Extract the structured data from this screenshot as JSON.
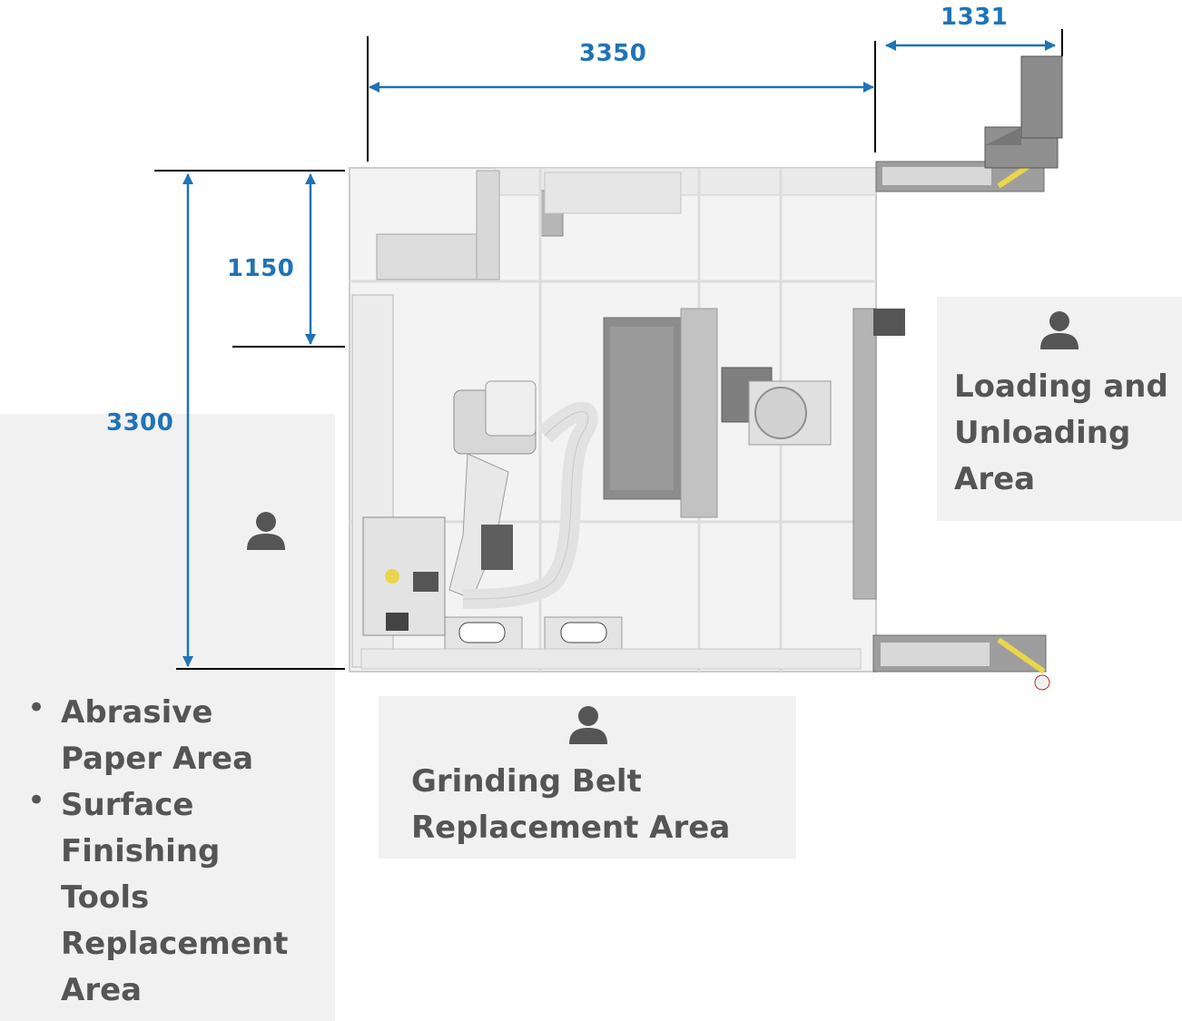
{
  "dimensions": {
    "width_top": "3350",
    "width_loading": "1331",
    "height_total": "3300",
    "height_partial": "1150"
  },
  "zones": {
    "left": {
      "items": [
        "Abrasive\nPaper Area",
        "Surface\nFinishing\nTools\nReplacement\nArea"
      ]
    },
    "bottom": {
      "label": "Grinding Belt\nReplacement Area"
    },
    "right": {
      "label": "Loading and\nUnloading\nArea"
    }
  },
  "icons": {
    "operator": "person-icon",
    "operator_color": "#555555",
    "dimension_color": "#1f73b7"
  }
}
